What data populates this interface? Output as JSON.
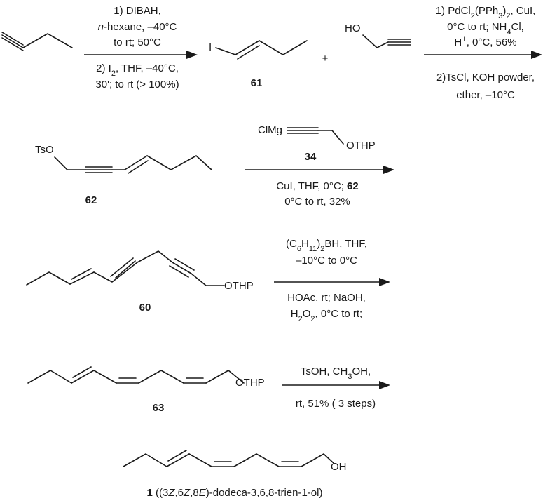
{
  "step1": {
    "above": [
      "1) DIBAH,",
      "n-hexane, –40°C",
      "to rt; 50°C"
    ],
    "below_a": [
      "2) I",
      "2",
      ", THF, –40°C,"
    ],
    "below_b": "30'; to rt (> 100%)"
  },
  "step2": {
    "above_1a": "1) PdCl",
    "above_1b": "2",
    "above_1c": "(PPh",
    "above_1d": "3",
    "above_1e": ")",
    "above_1f": "2",
    "above_1g": ", CuI,",
    "above_2a": "0°C to rt; NH",
    "above_2b": "4",
    "above_2c": "Cl,",
    "above_3a": "H",
    "above_3b": "+",
    "above_3c": ", 0°C, 56%",
    "below_1": "2)TsCl,  KOH powder,",
    "below_2": "ether, –10°C"
  },
  "step3": {
    "reagent_label_a": "ClMg",
    "reagent_label_b": "OTHP",
    "reagent_number": "34",
    "below_1a": "CuI, THF, 0°C; ",
    "below_1b": "62",
    "below_2": "0°C to rt,  32%"
  },
  "step4": {
    "above_1a": "(C",
    "above_1b": "6",
    "above_1c": "H",
    "above_1d": "11",
    "above_1e": ")",
    "above_1f": "2",
    "above_1g": "BH, THF,",
    "above_2": "–10°C to 0°C",
    "below_1": "HOAc, rt; NaOH,",
    "below_2a": "H",
    "below_2b": "2",
    "below_2c": "O",
    "below_2d": "2",
    "below_2e": ", 0°C to rt;"
  },
  "step5": {
    "above_a": "TsOH,  CH",
    "above_b": "3",
    "above_c": "OH,",
    "below": "rt, 51% ( 3 steps)"
  },
  "compounds": {
    "c61": "61",
    "c62": "62",
    "c60": "60",
    "c63": "63",
    "c1": "1",
    "c1_name_open": " ((3",
    "c1_name_z1": "Z",
    "c1_name_mid1": ",6",
    "c1_name_z2": "Z",
    "c1_name_mid2": ",8",
    "c1_name_e": "E",
    "c1_name_close": ")-dodeca-3,6,8-trien-1-ol)"
  },
  "atoms": {
    "iodine": "I",
    "ho": "HO",
    "tso": "TsO",
    "othp_60": "OTHP",
    "othp_63": "OTHP",
    "oh": "OH",
    "plus": "+"
  }
}
